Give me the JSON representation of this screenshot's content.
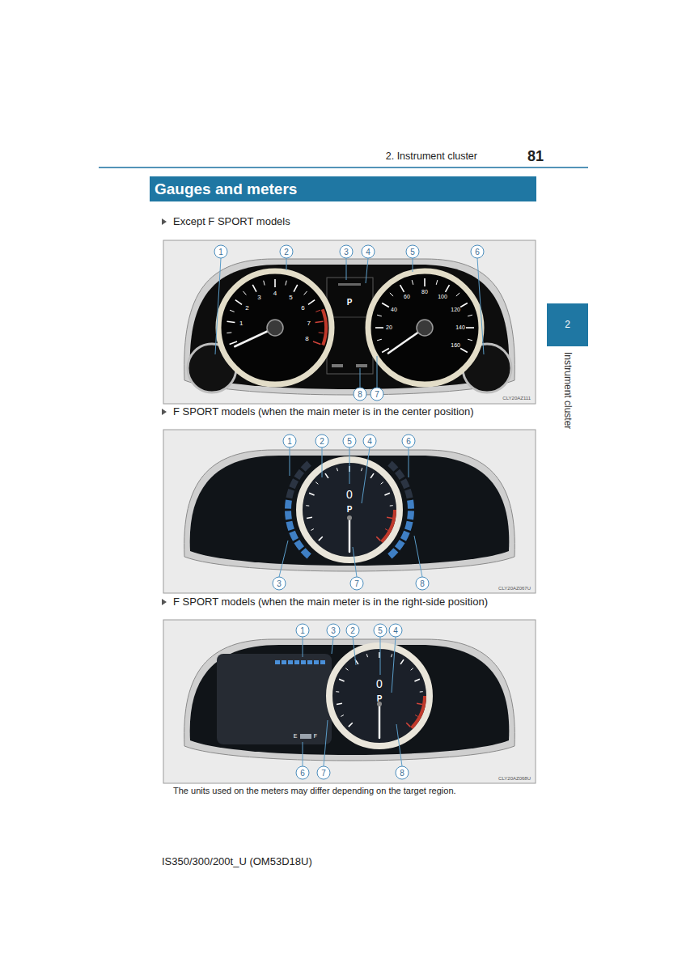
{
  "diagram": {
    "title": "Gauges and meters",
    "caption": "The units used on the meters may differ depending on the target region.",
    "nodes": [
      {
        "text": [
          "2",
          "Instrument cluster"
        ]
      }
    ],
    "labels": [
      "2. Instrument cluster",
      "81",
      "Except F SPORT models",
      "1",
      "2",
      "3",
      "4",
      "5",
      "6",
      "8",
      "7",
      "1",
      "2",
      "3",
      "4",
      "5",
      "6",
      "7",
      "8",
      "20",
      "40",
      "60",
      "80",
      "100",
      "120",
      "140",
      "160",
      "P",
      "CLY20AZ111",
      "F SPORT models (when the main meter is in the center position)",
      "1",
      "2",
      "5",
      "4",
      "6",
      "3",
      "7",
      "8",
      "0",
      "P",
      "CLY20AZ067U",
      "F SPORT models (when the main meter is in the right-side position)",
      "1",
      "3",
      "2",
      "5",
      "4",
      "6",
      "7",
      "8",
      "0",
      "P",
      "E",
      "F",
      "CLY20AZ068U",
      "IS350/300/200t_U (OM53D18U)"
    ]
  }
}
